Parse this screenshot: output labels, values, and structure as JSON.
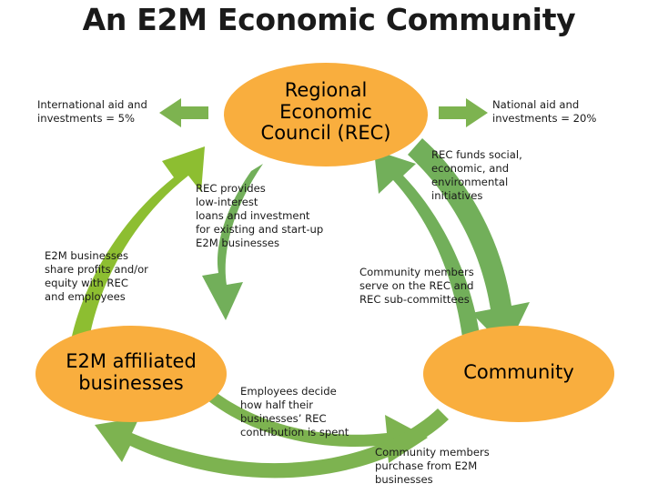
{
  "title": "An E2M Economic Community",
  "colors": {
    "node_fill": "#F9AE3E",
    "arrow_green_light": "#8DBE31",
    "arrow_green_medium": "#72AF5A",
    "arrow_green_block": "#7DB350",
    "text": "#1A1A1A",
    "background": "#FFFFFF"
  },
  "nodes": [
    {
      "id": "rec",
      "label": "Regional\nEconomic\nCouncil (REC)"
    },
    {
      "id": "businesses",
      "label": "E2M affiliated\nbusinesses"
    },
    {
      "id": "community",
      "label": "Community"
    }
  ],
  "captions": [
    {
      "id": "international-aid",
      "text": "International aid and\ninvestments = 5%"
    },
    {
      "id": "national-aid",
      "text": "National aid and\ninvestments = 20%"
    },
    {
      "id": "rec-funds",
      "text": "REC funds social,\neconomic, and\nenvironmental\ninitiatives"
    },
    {
      "id": "rec-provides",
      "text": "REC provides\nlow-interest\nloans and investment\nfor existing and start-up\nE2M businesses"
    },
    {
      "id": "share-profits",
      "text": "E2M businesses\nshare profits and/or\nequity with REC\nand employees"
    },
    {
      "id": "serve-on-rec",
      "text": "Community members\nserve on the REC and\nREC sub-committees"
    },
    {
      "id": "employees-decide",
      "text": "Employees decide\nhow half their\nbusinesses’ REC\ncontribution is spent"
    },
    {
      "id": "purchase-from-e2m",
      "text": "Community members\npurchase from E2M\nbusinesses"
    }
  ],
  "arrows": [
    {
      "id": "arrow-international-aid",
      "direction": "left",
      "style": "straight-block"
    },
    {
      "id": "arrow-national-aid",
      "direction": "right",
      "style": "straight-block"
    },
    {
      "id": "arrow-rec-to-businesses",
      "direction": "down",
      "style": "curved"
    },
    {
      "id": "arrow-businesses-to-rec",
      "direction": "up",
      "style": "curved"
    },
    {
      "id": "arrow-rec-to-community",
      "direction": "down",
      "style": "curved"
    },
    {
      "id": "arrow-community-to-rec",
      "direction": "up",
      "style": "curved"
    },
    {
      "id": "arrow-businesses-to-community",
      "direction": "right",
      "style": "curved"
    },
    {
      "id": "arrow-community-to-businesses",
      "direction": "left",
      "style": "curved"
    }
  ]
}
